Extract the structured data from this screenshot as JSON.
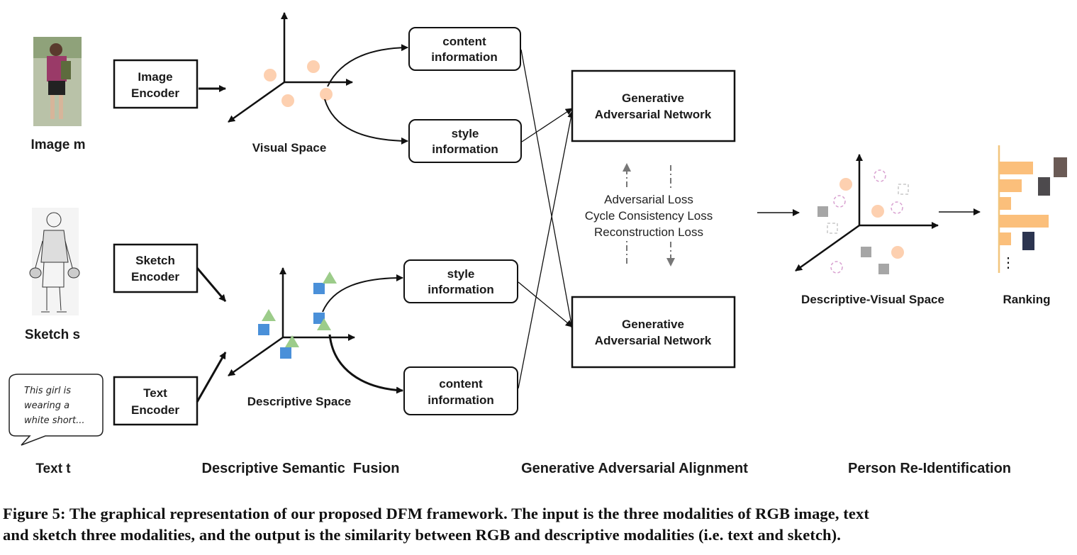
{
  "inputs": {
    "image_label": "Image m",
    "sketch_label": "Sketch s",
    "text_label": "Text t",
    "text_bubble": [
      "This girl is",
      "wearing a",
      "white short..."
    ]
  },
  "encoders": {
    "image": [
      "Image",
      "Encoder"
    ],
    "sketch": [
      "Sketch",
      "Encoder"
    ],
    "text": [
      "Text",
      "Encoder"
    ]
  },
  "spaces": {
    "visual": "Visual Space",
    "descriptive": "Descriptive Space",
    "descriptive_visual": "Descriptive-Visual Space",
    "ranking": "Ranking"
  },
  "info_boxes": {
    "top_content": [
      "content",
      "information"
    ],
    "top_style": [
      "style",
      "information"
    ],
    "bottom_style": [
      "style",
      "information"
    ],
    "bottom_content": [
      "content",
      "information"
    ]
  },
  "gan": {
    "top": [
      "Generative",
      "Adversarial Network"
    ],
    "bottom": [
      "Generative",
      "Adversarial Network"
    ]
  },
  "losses": [
    "Adversarial Loss",
    "Cycle Consistency Loss",
    "Reconstruction Loss"
  ],
  "ranking_bars": [
    0.48,
    0.32,
    0.17,
    0.71,
    0.17
  ],
  "sections": {
    "fusion": "Descriptive Semantic  Fusion",
    "alignment": "Generative Adversarial Alignment",
    "reid": "Person Re-Identification"
  },
  "caption": [
    "Figure 5: The graphical representation of our proposed DFM framework. The input is the three modalities of RGB image, text",
    "and sketch three modalities, and the output is the similarity between RGB and descriptive modalities (i.e. text and sketch)."
  ],
  "colors": {
    "orange": "#fdd0b0",
    "bar": "#fbbf7b",
    "blue": "#4a90d9",
    "green": "#9ccc8a",
    "gray": "#a6a6a6",
    "pink": "#d8a0d0"
  }
}
